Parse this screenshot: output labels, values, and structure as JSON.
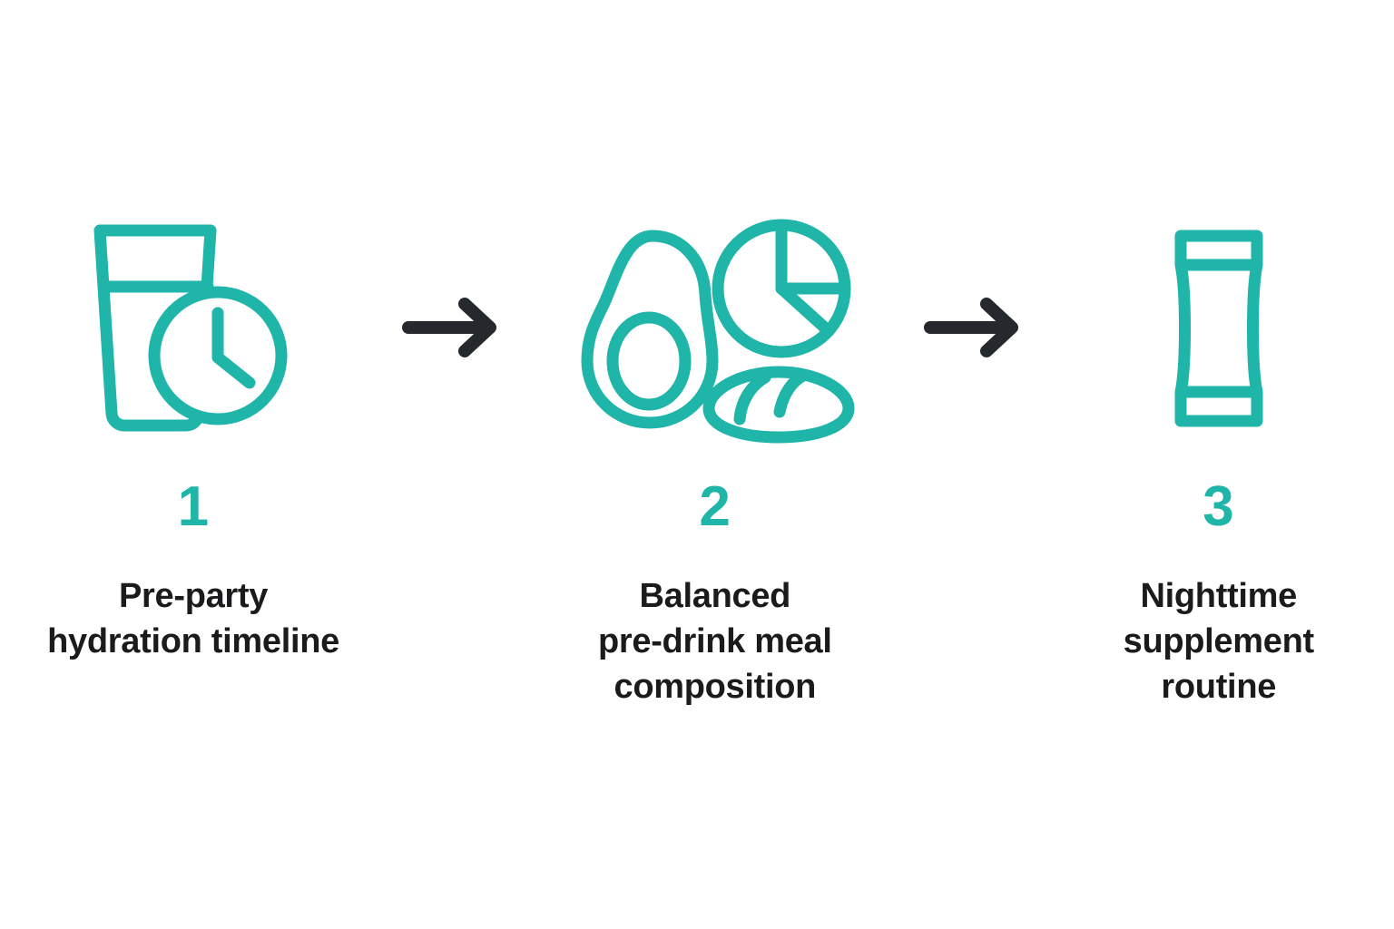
{
  "page": {
    "background_color": "#ffffff",
    "accent_color": "#1FB5A8",
    "text_color": "#1b1b1d",
    "arrow_color": "#25282c",
    "type": "three-step-horizontal-process-infographic"
  },
  "steps": [
    {
      "number": "1",
      "label": "Pre-party\nhydration timeline",
      "icon_name": "water-glass-with-clock-icon",
      "icon_parts": [
        "drinking-glass",
        "water-line",
        "clock-face",
        "clock-hands"
      ]
    },
    {
      "number": "2",
      "label": "Balanced\npre-drink meal\ncomposition",
      "icon_name": "avocado-pie-chart-bread-icon",
      "icon_parts": [
        "avocado-half",
        "avocado-pit",
        "pie-chart",
        "bread-loaf"
      ]
    },
    {
      "number": "3",
      "label": "Nighttime\nsupplement\nroutine",
      "icon_name": "supplement-sachet-icon",
      "icon_parts": [
        "sachet-body",
        "top-seal",
        "bottom-seal"
      ]
    }
  ],
  "connectors": [
    {
      "icon_name": "arrow-right-icon",
      "direction": "right"
    },
    {
      "icon_name": "arrow-right-icon",
      "direction": "right"
    }
  ]
}
